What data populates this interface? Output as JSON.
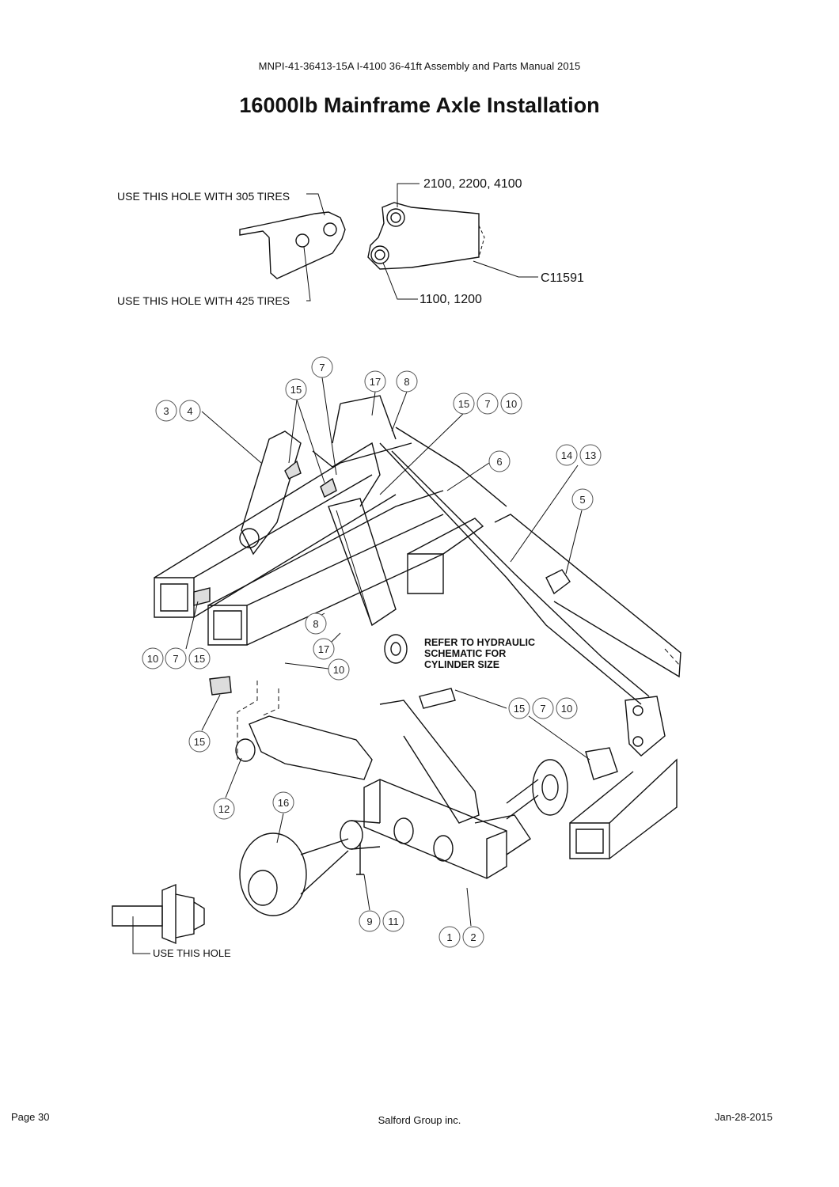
{
  "header": {
    "doc_line": "MNPI-41-36413-15A   I-4100 36-41ft Assembly and Parts Manual 2015",
    "title": "16000lb Mainframe Axle Installation"
  },
  "detail_notes": {
    "hole_305": "USE THIS HOLE WITH 305 TIRES",
    "hole_425": "USE THIS HOLE WITH 425 TIRES",
    "models_top": "2100, 2200, 4100",
    "models_bottom": "1100, 1200",
    "part_number": "C11591",
    "use_this_hole": "USE THIS HOLE"
  },
  "hydraulic_note": {
    "line1": "REFER TO HYDRAULIC",
    "line2": "SCHEMATIC FOR",
    "line3": "CYLINDER SIZE"
  },
  "callouts": {
    "c3": "3",
    "c4": "4",
    "c15a": "15",
    "c7a": "7",
    "c17a": "17",
    "c8a": "8",
    "c15b": "15",
    "c7b": "7",
    "c10b": "10",
    "c6": "6",
    "c14": "14",
    "c13": "13",
    "c5": "5",
    "c8b": "8",
    "c17b": "17",
    "c10c": "10",
    "c10d": "10",
    "c7d": "7",
    "c15d": "15",
    "c15e": "15",
    "c15f": "15",
    "c7f": "7",
    "c10f": "10",
    "c12": "12",
    "c16": "16",
    "c9": "9",
    "c11": "11",
    "c1": "1",
    "c2": "2"
  },
  "footer": {
    "page": "Page 30",
    "company": "Salford Group inc.",
    "date": "Jan-28-2015"
  }
}
